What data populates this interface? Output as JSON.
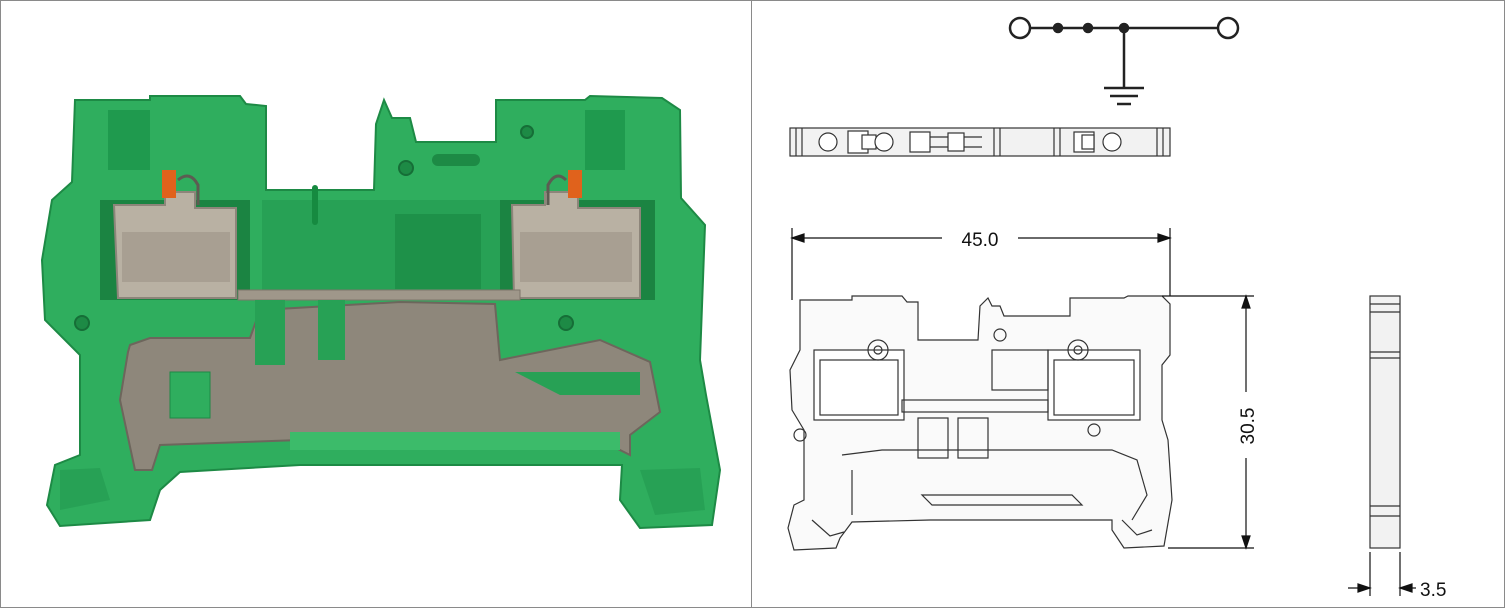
{
  "colors": {
    "housing_green": "#2fae5e",
    "housing_green_dark": "#1d8a45",
    "housing_green_light": "#5cc681",
    "metal": "#b9b1a3",
    "metal_dark": "#8d857a",
    "spring_orange": "#e0621c",
    "line": "#222222",
    "frame": "#8a8a8a"
  },
  "photo": {
    "icon": "terminal-block-photo"
  },
  "schematic": {
    "icon": "ground-terminal-symbol"
  },
  "dimensions": {
    "width": "45.0",
    "height": "30.5",
    "thickness": "3.5"
  }
}
